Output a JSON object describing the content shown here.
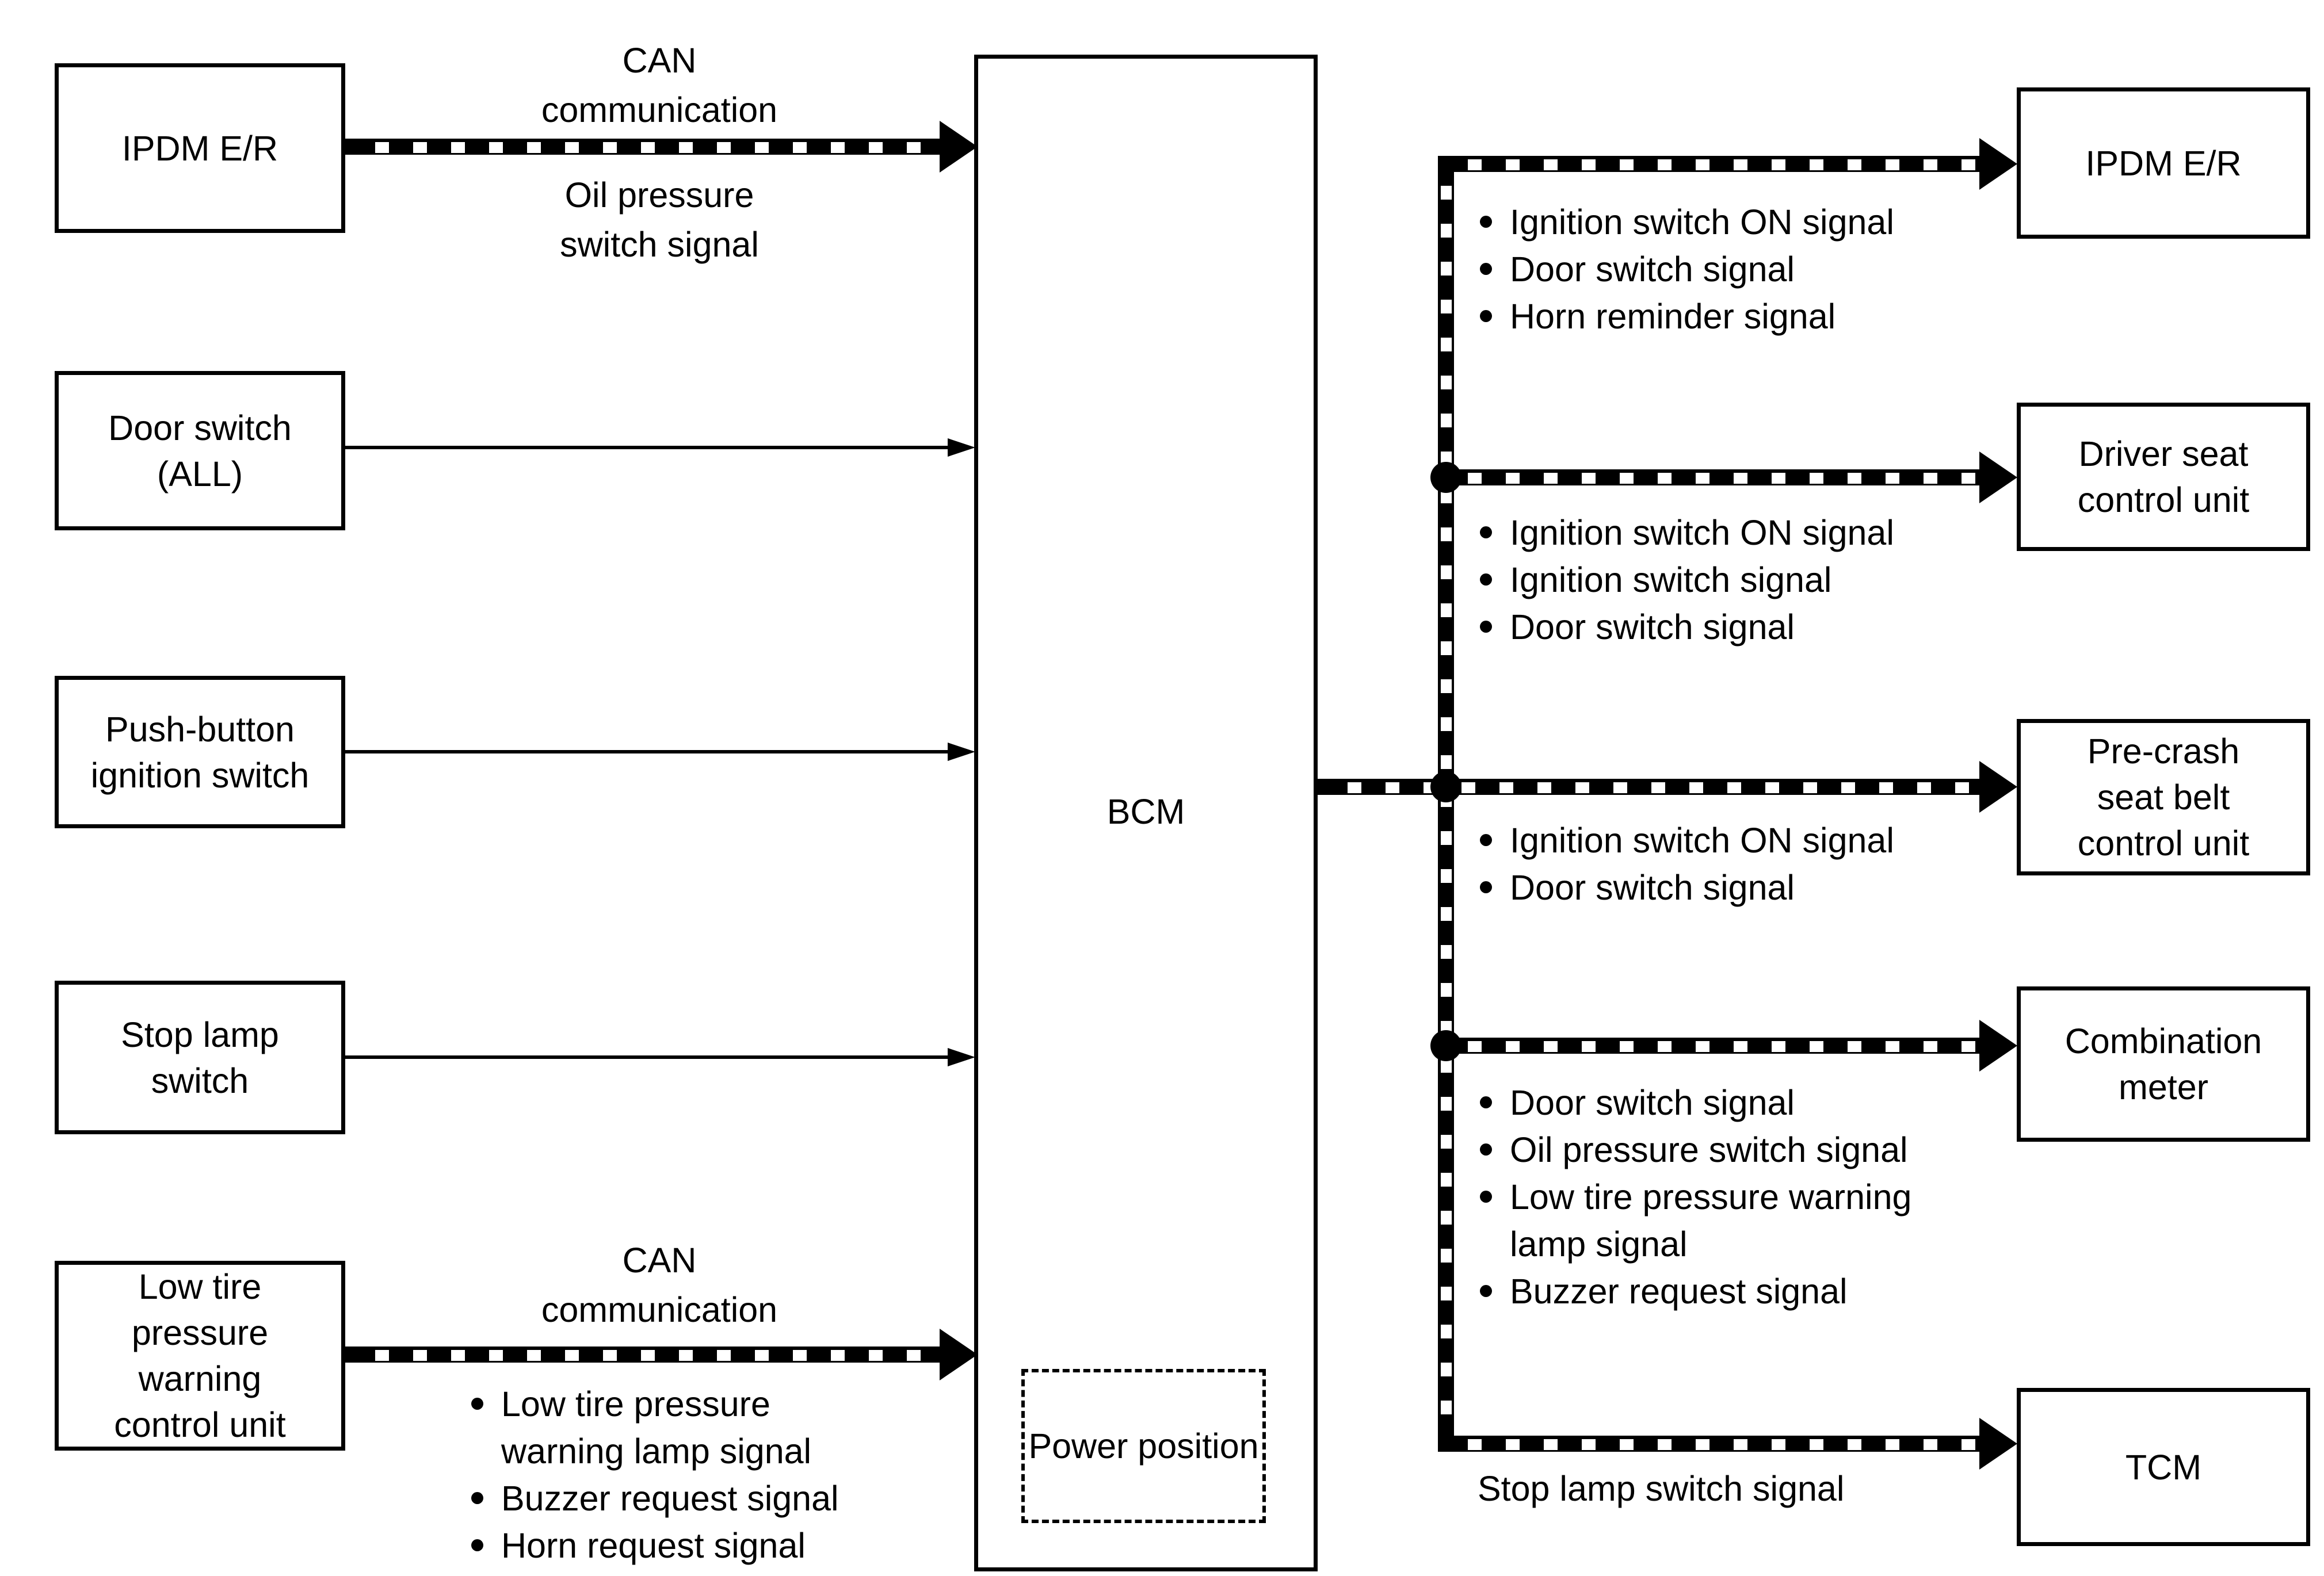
{
  "diagram": {
    "colors": {
      "line": "#000000",
      "background": "#ffffff"
    },
    "left_nodes": [
      {
        "id": "ipdm-er-left",
        "label_lines": [
          "IPDM E/R"
        ]
      },
      {
        "id": "door-switch",
        "label_lines": [
          "Door switch",
          "(ALL)"
        ]
      },
      {
        "id": "push-button-ignition-switch",
        "label_lines": [
          "Push-button",
          "ignition switch"
        ]
      },
      {
        "id": "stop-lamp-switch",
        "label_lines": [
          "Stop lamp",
          "switch"
        ]
      },
      {
        "id": "low-tire-pressure-warning-control-unit",
        "label_lines": [
          "Low tire",
          "pressure",
          "warning",
          "control unit"
        ]
      }
    ],
    "center_node": {
      "label": "BCM",
      "inner_box_label": "Power position"
    },
    "right_nodes": [
      {
        "id": "ipdm-er-right",
        "label_lines": [
          "IPDM E/R"
        ]
      },
      {
        "id": "driver-seat-control-unit",
        "label_lines": [
          "Driver seat",
          "control unit"
        ]
      },
      {
        "id": "pre-crash-seat-belt-control-unit",
        "label_lines": [
          "Pre-crash",
          "seat belt",
          "control unit"
        ]
      },
      {
        "id": "combination-meter",
        "label_lines": [
          "Combination",
          "meter"
        ]
      },
      {
        "id": "tcm",
        "label_lines": [
          "TCM"
        ]
      }
    ],
    "edges": {
      "ipdm_to_bcm": {
        "type": "CAN communication (checkered arrow)",
        "label_above_lines": [
          "CAN",
          "communication"
        ],
        "label_below_lines": [
          "Oil pressure",
          "switch signal"
        ]
      },
      "door_switch_to_bcm": {
        "type": "plain arrow"
      },
      "push_button_to_bcm": {
        "type": "plain arrow"
      },
      "stop_lamp_to_bcm": {
        "type": "plain arrow"
      },
      "low_tire_to_bcm": {
        "type": "CAN communication (checkered arrow)",
        "label_above_lines": [
          "CAN",
          "communication"
        ],
        "bullets": [
          [
            "Low tire pressure",
            "warning lamp signal"
          ],
          [
            "Buzzer request signal"
          ],
          [
            "Horn request signal"
          ]
        ]
      },
      "bcm_to_ipdm": {
        "bullets": [
          [
            "Ignition switch ON signal"
          ],
          [
            "Door switch signal"
          ],
          [
            "Horn reminder signal"
          ]
        ]
      },
      "bcm_to_driver_seat": {
        "bullets": [
          [
            "Ignition switch ON signal"
          ],
          [
            "Ignition switch signal"
          ],
          [
            "Door switch signal"
          ]
        ]
      },
      "bcm_to_pre_crash": {
        "bullets": [
          [
            "Ignition switch ON signal"
          ],
          [
            "Door switch signal"
          ]
        ]
      },
      "bcm_to_combination_meter": {
        "bullets": [
          [
            "Door switch signal"
          ],
          [
            "Oil pressure switch signal"
          ],
          [
            "Low tire pressure warning",
            "lamp signal"
          ],
          [
            "Buzzer request signal"
          ]
        ]
      },
      "bcm_to_tcm": {
        "label_below": "Stop lamp switch signal"
      }
    }
  }
}
